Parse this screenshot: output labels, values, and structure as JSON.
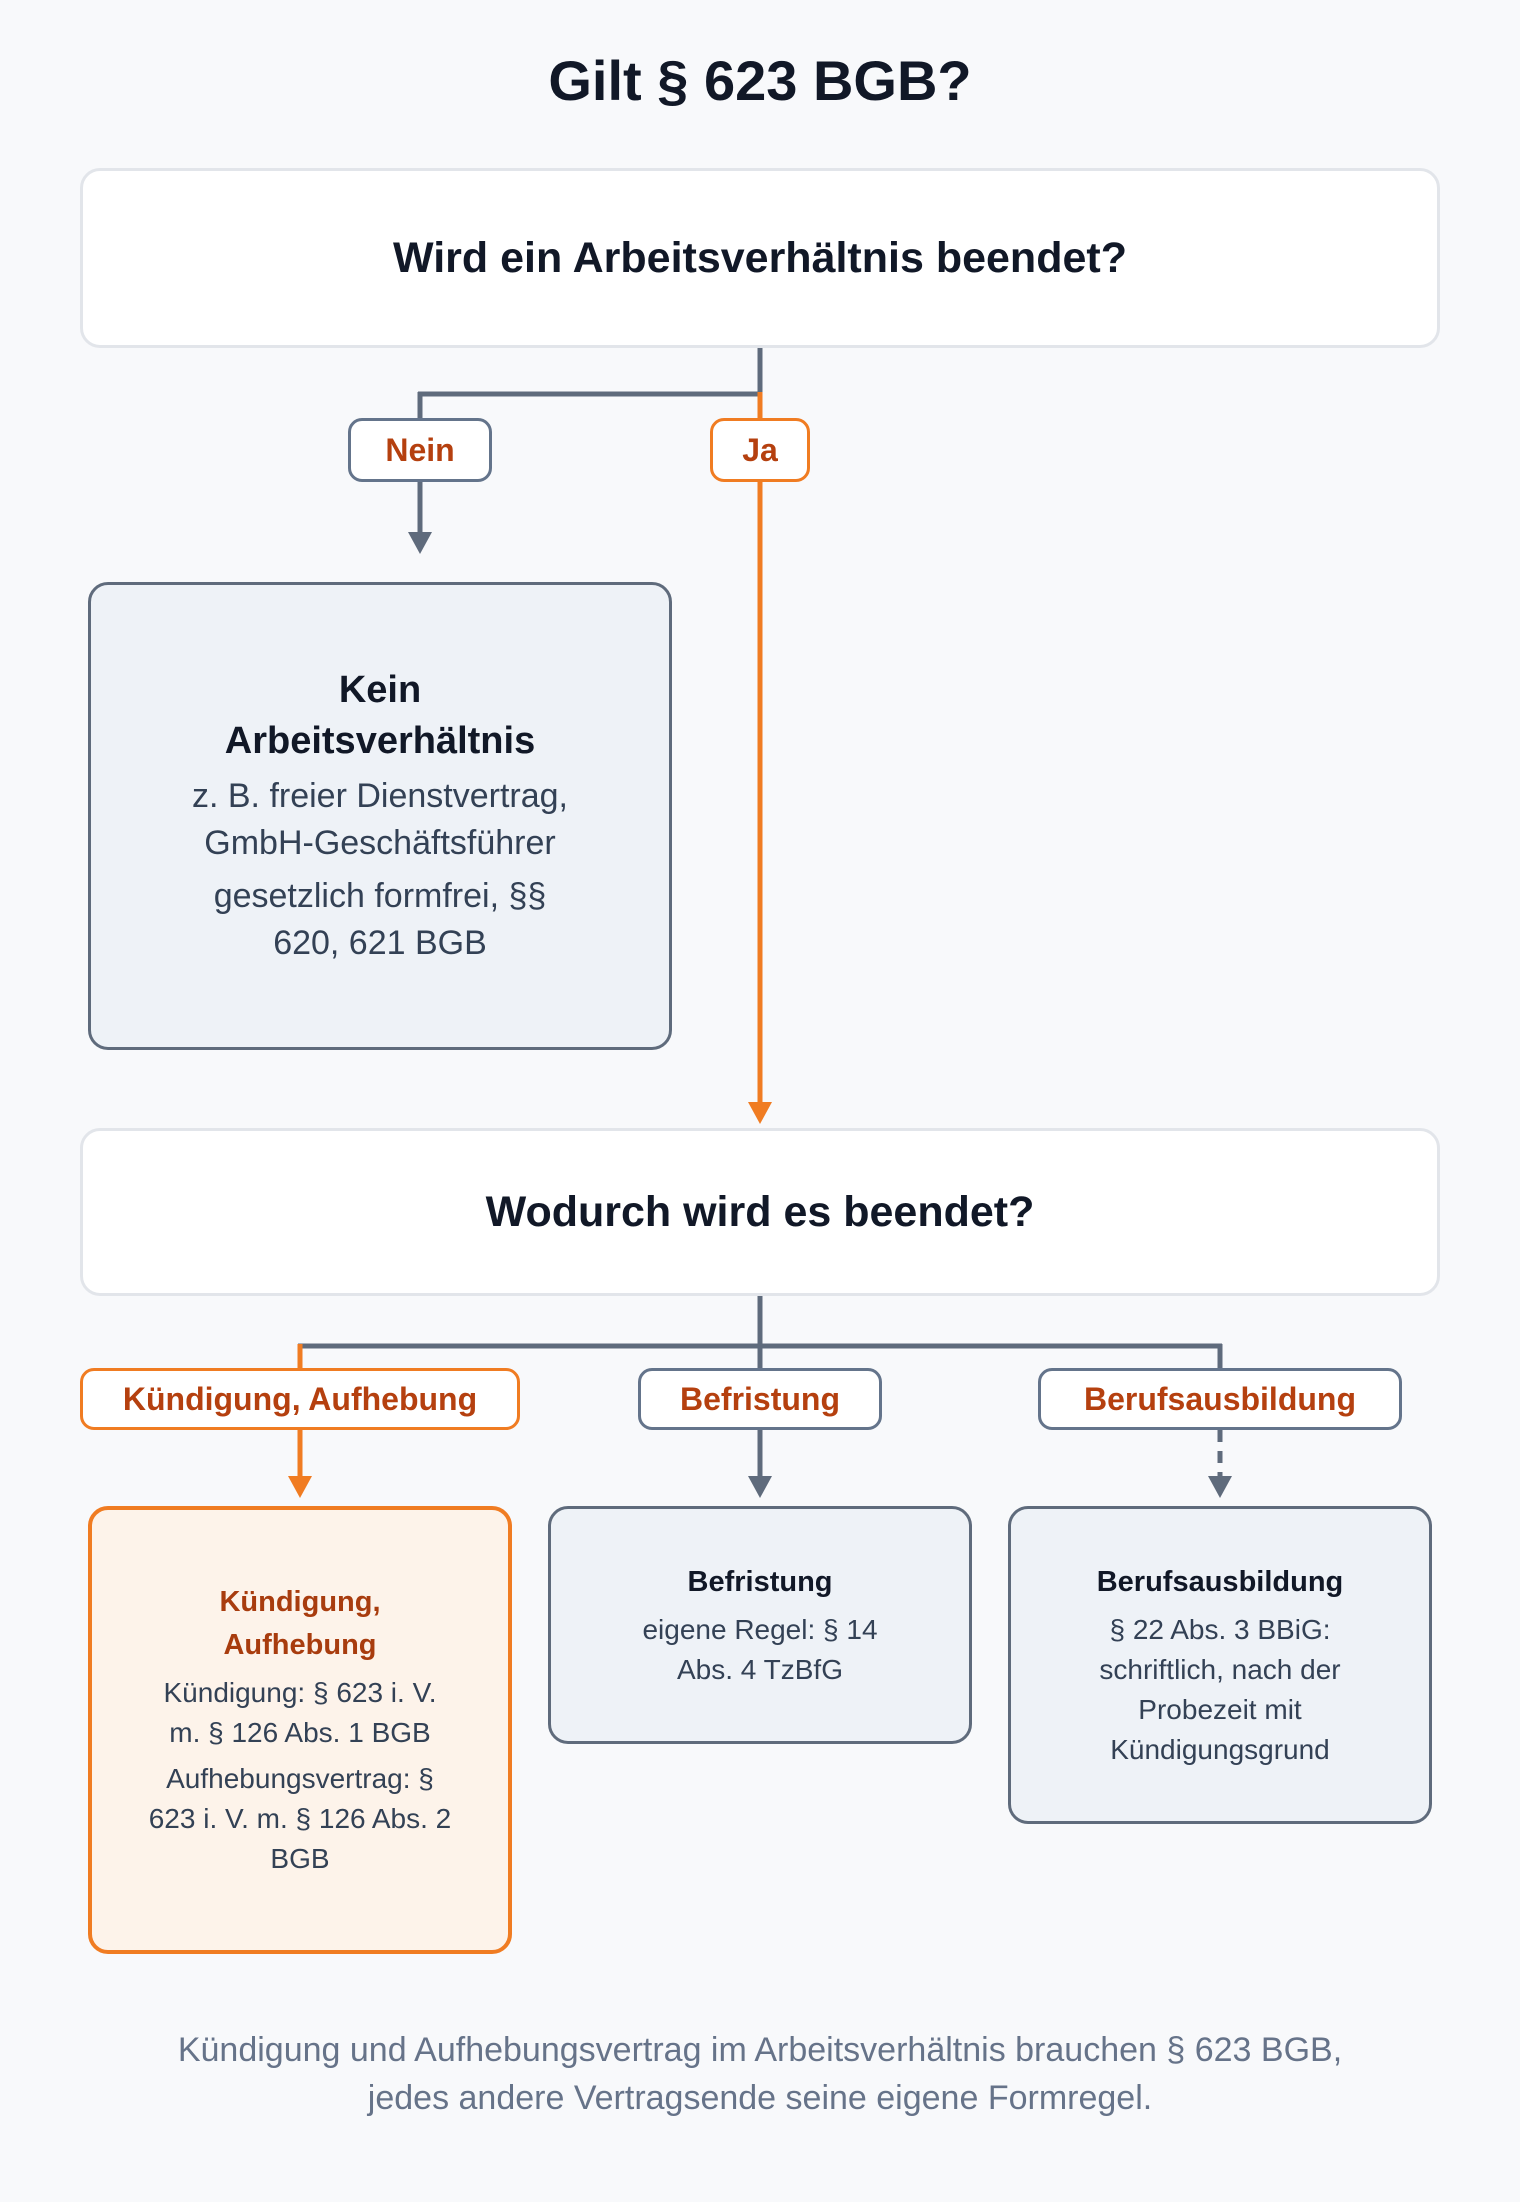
{
  "title": "Gilt § 623 BGB?",
  "q1": "Wird ein Arbeitsverhältnis beendet?",
  "q2": "Wodurch wird es beendet?",
  "labels": {
    "nein": "Nein",
    "ja": "Ja",
    "kuendigung": "Kündigung, Aufhebung",
    "befristung": "Befristung",
    "berufsausbildung": "Berufsausbildung"
  },
  "boxes": {
    "kein": {
      "title": "Kein Arbeitsverhältnis",
      "line1": "z. B. freier Dienstvertrag, GmbH-Geschäftsführer",
      "line2": "gesetzlich formfrei, §§ 620, 621 BGB"
    },
    "kuendigung": {
      "title": "Kündigung, Aufhebung",
      "line1": "Kündigung: § 623 i. V. m. § 126 Abs. 1 BGB",
      "line2": "Aufhebungsvertrag: § 623 i. V. m. § 126 Abs. 2 BGB"
    },
    "befristung": {
      "title": "Befristung",
      "line1": "eigene Regel: § 14 Abs. 4 TzBfG"
    },
    "berufsausbildung": {
      "title": "Berufsausbildung",
      "line1": "§ 22 Abs. 3 BBiG: schriftlich, nach der Probezeit mit Kündigungsgrund"
    }
  },
  "footer": "Kündigung und Aufhebungsvertrag im Arbeitsverhältnis brauchen § 623 BGB, jedes andere Vertragsende seine eigene Formregel.",
  "colors": {
    "accent": "#f07c22",
    "label_text": "#b5400f",
    "connector": "#5f6b7c",
    "box_bg": "#eef2f7",
    "accent_bg": "#fdf3ea"
  }
}
